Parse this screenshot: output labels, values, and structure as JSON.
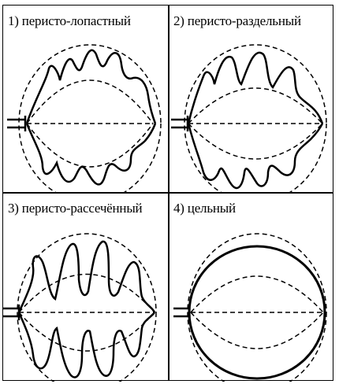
{
  "panels": [
    {
      "id": "1",
      "label": "1) перисто-лопастный",
      "type": "lobed"
    },
    {
      "id": "2",
      "label": "2) перисто-раздельный",
      "type": "parted"
    },
    {
      "id": "3",
      "label": "3) перисто-рассечённый",
      "type": "dissected"
    },
    {
      "id": "4",
      "label": "4) цельный",
      "type": "entire"
    }
  ]
}
